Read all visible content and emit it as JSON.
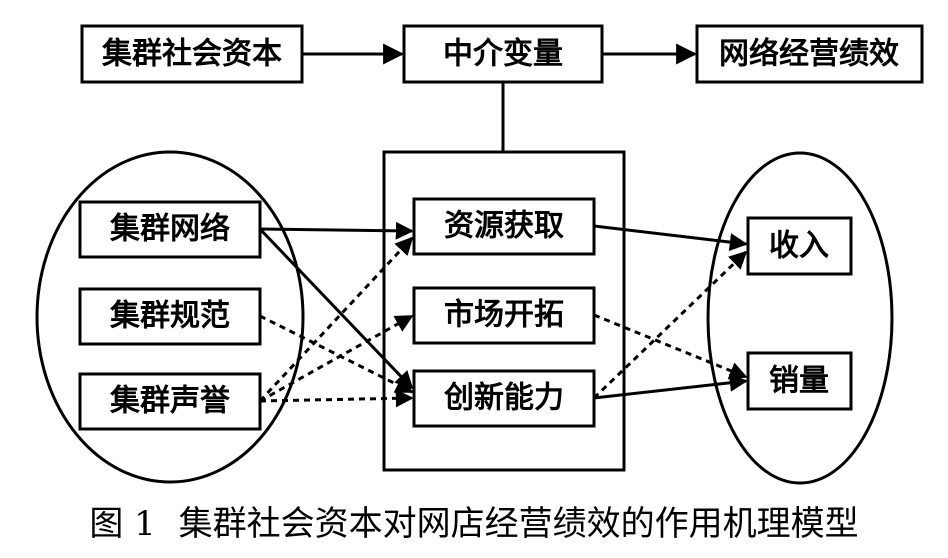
{
  "top_row": {
    "social_capital": "集群社会资本",
    "mediator": "中介变量",
    "performance": "网络经营绩效"
  },
  "left_group": {
    "network": "集群网络",
    "norms": "集群规范",
    "reputation": "集群声誉"
  },
  "middle_group": {
    "resource": "资源获取",
    "market": "市场开拓",
    "innovation": "创新能力"
  },
  "right_group": {
    "income": "收入",
    "sales": "销量"
  },
  "caption": {
    "figure_number": "图 1",
    "title": "集群社会资本对网店经营绩效的作用机理模型"
  },
  "colors": {
    "line": "#000000",
    "background": "#ffffff"
  }
}
